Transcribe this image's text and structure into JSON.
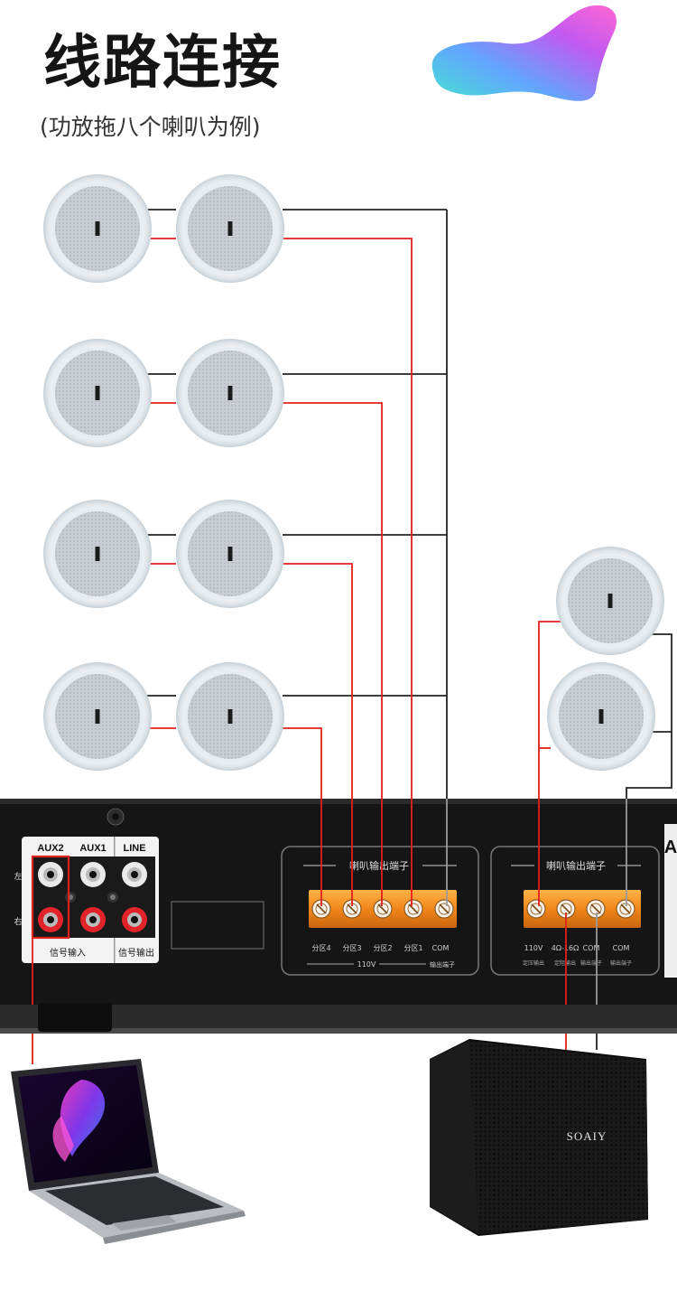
{
  "header": {
    "title": "线路连接",
    "subtitle": "(功放拖八个喇叭为例)"
  },
  "amplifier": {
    "inputs": {
      "jack_labels": [
        "AUX2",
        "AUX1",
        "LINE"
      ],
      "channel_left": "左",
      "channel_right": "右",
      "group_input_label": "信号输入",
      "group_output_label": "信号输出"
    },
    "terminal_block_1": {
      "title": "喇叭输出端子",
      "terminal_labels": [
        "分区4",
        "分区3",
        "分区2",
        "分区1",
        "COM"
      ],
      "voltage_label": "110V",
      "note": "输出端子"
    },
    "terminal_block_2": {
      "title": "喇叭输出端子",
      "terminal_labels": [
        "110V",
        "4Ω-16Ω",
        "COM",
        "COM"
      ],
      "sub_labels": [
        "定压输出",
        "定阻输出",
        "输出端子",
        "输出端子"
      ]
    },
    "side_label": "A"
  },
  "speaker": {
    "brand": "SOAIY"
  },
  "colors": {
    "red_wire": "#e0201c",
    "black_wire": "#222222",
    "amp_body": "#141414",
    "terminal_orange": "#f08a1e"
  }
}
